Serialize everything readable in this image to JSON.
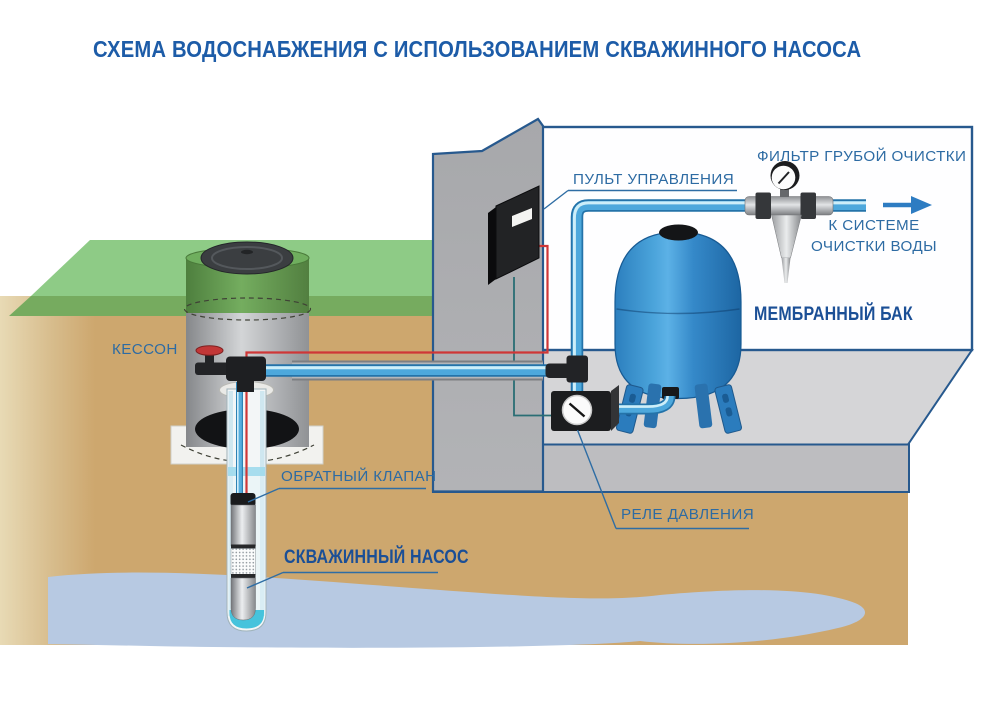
{
  "title": "СХЕМА ВОДОСНАБЖЕНИЯ С ИСПОЛЬЗОВАНИЕМ СКВАЖИННОГО НАСОСА",
  "labels": {
    "control_panel": "ПУЛЬТ УПРАВЛЕНИЯ",
    "coarse_filter": "ФИЛЬТР ГРУБОЙ ОЧИСТКИ",
    "to_treatment_line1": "К СИСТЕМЕ",
    "to_treatment_line2": "ОЧИСТКИ ВОДЫ",
    "membrane_tank": "МЕМБРАННЫЙ БАК",
    "caisson": "КЕССОН",
    "check_valve": "ОБРАТНЫЙ КЛАПАН",
    "borehole_pump": "СКВАЖИННЫЙ НАСОС",
    "pressure_switch": "РЕЛЕ ДАВЛЕНИЯ"
  },
  "colors": {
    "title_text": "#1d5ca8",
    "label_text": "#2d6ba3",
    "bold_label_text": "#1b4f96",
    "outline_blue": "#27598e",
    "pipe_blue": "#4da8dc",
    "pipe_highlight": "#cdeef9",
    "tank_blue": "#2f86c7",
    "grass_green": "#8ecb86",
    "grass_edge_green": "#76ab5f",
    "soil_tan": "#cda76e",
    "aquifer_blue": "#b7c9e2",
    "wire_red": "#cf3737",
    "wire_teal": "#2a6e74",
    "well_water_cyan": "#46c3dc"
  }
}
